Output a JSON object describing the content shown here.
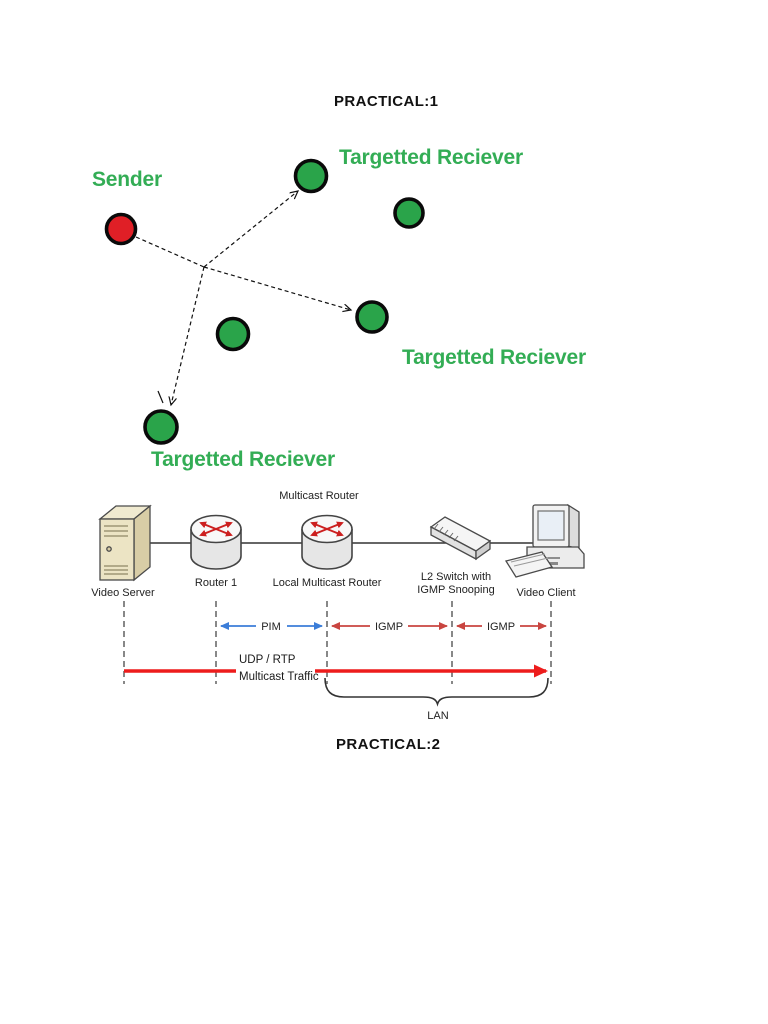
{
  "titles": {
    "practical1": "PRACTICAL:1",
    "practical2": "PRACTICAL:2"
  },
  "multicast_diagram": {
    "sender_label": "Sender",
    "receivers": {
      "top": "Targetted Reciever",
      "right": "Targetted Reciever",
      "bottom": "Targetted Reciever"
    },
    "colors": {
      "sender_fill": "#e01f26",
      "receiver_fill": "#2aa44a",
      "label_text": "#33ad55"
    }
  },
  "network_diagram": {
    "heading": "Multicast Router",
    "devices": {
      "video_server": "Video Server",
      "router1": "Router 1",
      "local_router": "Local Multicast Router",
      "l2_switch_line1": "L2 Switch with",
      "l2_switch_line2": "IGMP Snooping",
      "video_client": "Video Client"
    },
    "protocols": {
      "pim": "PIM",
      "igmp_left": "IGMP",
      "igmp_right": "IGMP"
    },
    "traffic_label": {
      "line1": "UDP / RTP",
      "line2": "Multicast Traffic"
    },
    "lan": "LAN",
    "colors": {
      "pim": "#3b7dd8",
      "igmp": "#c94540",
      "traffic": "#ed1c1c"
    }
  }
}
